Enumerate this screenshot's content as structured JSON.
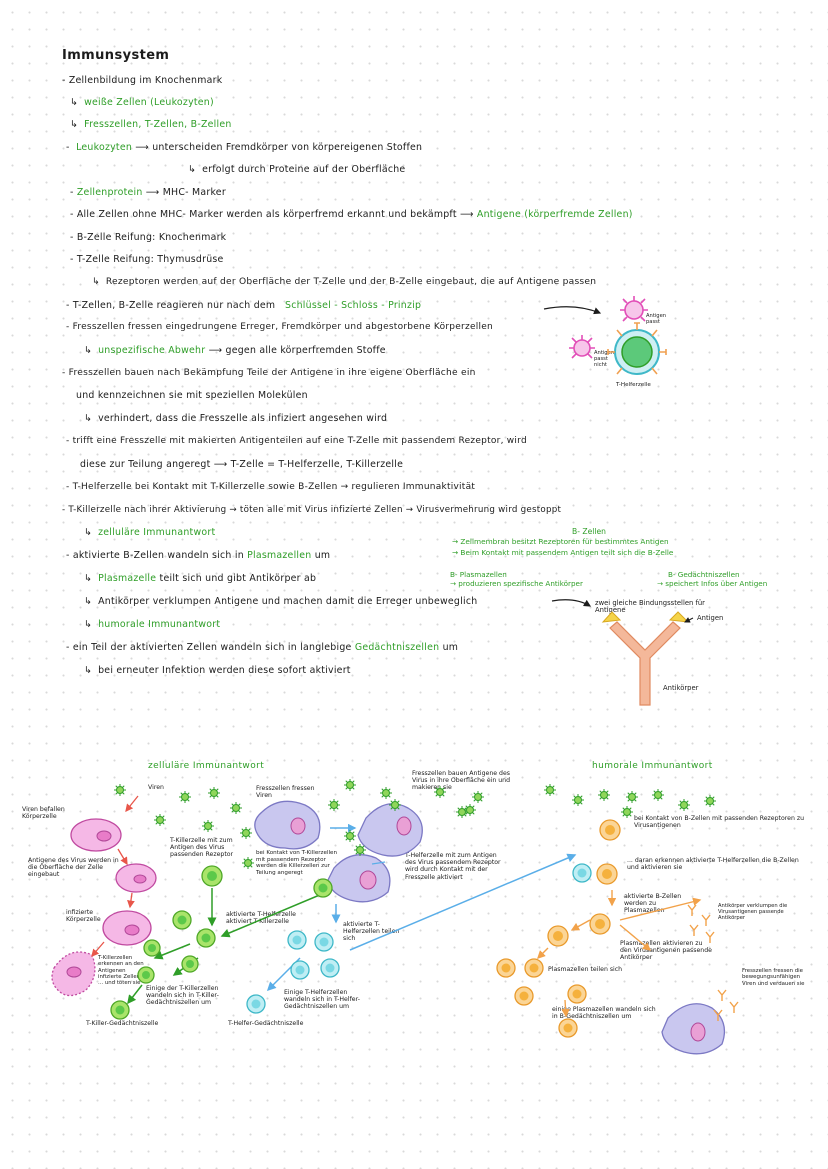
{
  "title": "Immunsystem",
  "notes": {
    "l1": "- Zellenbildung im Knochenmark",
    "l2": "weiße Zellen (Leukozyten)",
    "l3": "Fresszellen, T-Zellen, B-Zellen",
    "l4a": "Leukozyten",
    "l4b": "unterscheiden Fremdkörper von körpereigenen Stoffen",
    "l5": "erfolgt durch Proteine auf der Oberfläche",
    "l6a": "Zellenprotein",
    "l6b": "MHC- Marker",
    "l7a": "- Alle Zellen ohne MHC- Marker werden als körperfremd erkannt und bekämpft",
    "l7b": "Antigene (körperfremde Zellen)",
    "l8": "- B-Zelle Reifung: Knochenmark",
    "l9": "- T-Zelle Reifung: Thymusdrüse",
    "l10": "Rezeptoren werden auf der Oberfläche der T-Zelle und der B-Zelle eingebaut, die auf Antigene passen",
    "l11a": "- T-Zellen, B-Zelle reagieren nur nach dem",
    "l11b": "Schlüssel - Schloss - Prinzip",
    "l12": "- Fresszellen fressen eingedrungene Erreger, Fremdkörper und abgestorbene Körperzellen",
    "l13a": "unspezifische Abwehr",
    "l13b": "gegen alle körperfremden Stoffe",
    "l14": "- Fresszellen bauen nach Bekämpfung Teile der Antigene in ihre eigene Oberfläche ein",
    "l15": "und kennzeichnen sie mit speziellen Molekülen",
    "l16": "verhindert, dass die Fresszelle als infiziert angesehen wird",
    "l17": "- trifft eine Fresszelle mit makierten Antigenteilen auf eine T-Zelle mit passendem Rezeptor, wird",
    "l18": "diese zur Teilung angeregt ⟶ T-Zelle = T-Helferzelle, T-Killerzelle",
    "l19": "- T-Helferzelle bei Kontakt mit T-Killerzelle sowie B-Zellen → regulieren Immunaktivität",
    "l20": "- T-Killerzelle nach ihrer Aktivierung → töten alle mit Virus infizierte Zellen → Virusvermehrung wird gestoppt",
    "l21": "zelluläre Immunantwort",
    "l22a": "- aktivierte B-Zellen wandeln sich in",
    "l22b": "Plasmazellen",
    "l22c": "um",
    "l23a": "Plasmazelle",
    "l23b": "teilt sich und gibt Antikörper ab",
    "l24": "Antikörper verklumpen Antigene und machen damit die Erreger unbeweglich",
    "l25": "humorale Immunantwort",
    "l26a": "- ein Teil der aktivierten Zellen wandeln sich in langlebige",
    "l26b": "Gedächtniszellen",
    "l26c": "um",
    "l27": "bei erneuter Infektion werden diese sofort aktiviert"
  },
  "side": {
    "antigen_passt": "Antigen passt",
    "antigen_passt_nicht": "Antigen passt nicht",
    "t_helferzelle": "T-Helferzelle",
    "bzellen_title": "B- Zellen",
    "bz1": "→ Zellmembran besitzt Rezeptoren für bestimmtes Antigen",
    "bz2": "→ Beim Kontakt mit passendem Antigen teilt sich die B-Zelle",
    "bz3a": "B- Plasmazellen",
    "bz3b": "→ produzieren spezifische Antikörper",
    "bz4a": "B- Gedächtniszellen",
    "bz4b": "→ speichert Infos über Antigen",
    "zwei_bind": "zwei gleiche Bindungsstellen für Antigene",
    "antigen": "Antigen",
    "antikoerper": "Antikörper"
  },
  "diagram": {
    "zell_title": "zelluläre Immunantwort",
    "hum_title": "humorale Immunantwort",
    "viren": "Viren",
    "viren_befallen": "Viren befallen Körperzelle",
    "antigene_des_virus": "Antigene des Virus werden in die Oberfläche der Zelle eingebaut",
    "infizierte": "infizierte Körperzelle",
    "killer_erkennen": "T-Killerzellen erkennen an den Antigenen infizierte Zellen ... und töten sie",
    "killer_mit": "T-Killerzelle mit zum Antigen des Virus passenden Rezeptor",
    "fresszellen_fressen": "Fresszellen fressen Viren",
    "bauen_antigene": "Fresszellen bauen Antigene des Virus in ihre Oberfläche ein und makieren sie",
    "bei_kontakt": "bei Kontakt von T-Killerzellen mit passendem Rezeptor werden die Killerzellen zur Teilung angeregt",
    "helfer_mit": "T-Helferzelle mit zum Antigen des Virus passendem Rezeptor wird durch Kontakt mit der Fresszelle aktiviert",
    "aktivierte_helfer": "aktivierte T-Helferzelle aktiviert T-Killerzelle",
    "aktivierte_helfer_teilen": "aktivierte T-Helferzellen teilen sich",
    "einige_killer": "Einige der T-Killerzellen wandeln sich in T-Killer-Gedächtniszellen um",
    "einige_helfer": "Einige T-Helferzellen wandeln sich in T-Helfer-Gedächtniszellen um",
    "killer_ged": "T-Killer-Gedächtniszelle",
    "helfer_ged": "T-Helfer-Gedächtniszelle",
    "bei_kontakt_b": "bei Kontakt von B-Zellen mit passenden Rezeptoren zu Virusantigenen",
    "daran_erkennen": "... daran erkennen aktivierte T-Helferzellen die B-Zellen und aktivieren sie",
    "aktivierte_b": "aktivierte B-Zellen werden zu Plasmazellen",
    "antikoerper_verkl": "Antikörper verklumpen die Virusantigenen passende Antikörper",
    "plasma_aktiv": "Plasmazellen aktivieren zu den Virusantigenen passende Antikörper",
    "plasma_teilen": "Plasmazellen teilen sich",
    "einige_plasma": "einige Plasmazellen wandeln sich in B-Gedächtniszellen um",
    "fresszellen_die": "Fresszellen fressen die bewegungsunfähigen Viren und verdauen sie"
  },
  "colors": {
    "green": "#2f9e28",
    "text": "#1c1c1c",
    "killer": "#7fcf3a",
    "helper": "#7ad8e4",
    "bcell": "#f5b13d",
    "virus": "#3aa640",
    "macrophage": "#8f8fd0",
    "infected": "#e87cc8",
    "arrow_red": "#e8564a",
    "arrow_blue": "#5aaee8",
    "arrow_orange": "#f2a24a",
    "antigen_pink": "#e24fb8",
    "antibody": "#f0a57a"
  }
}
